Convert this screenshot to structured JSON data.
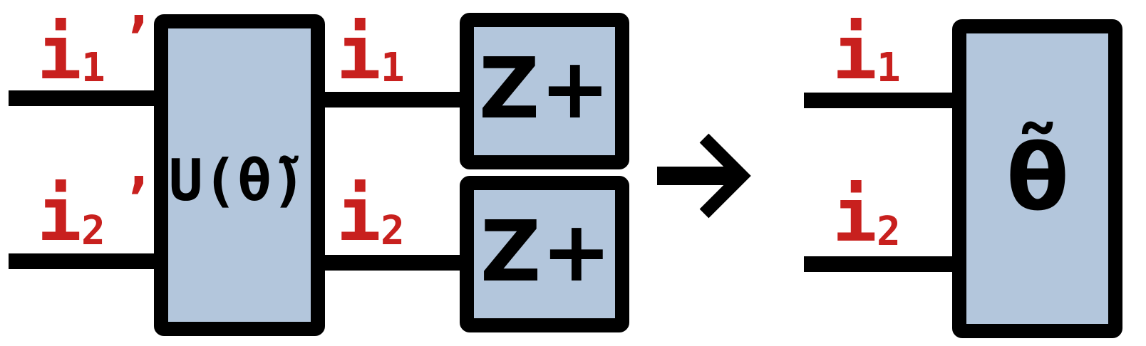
{
  "colors": {
    "accent": "#c8201e",
    "box_fill": "#b3c6dc",
    "stroke": "#000000",
    "background": "#ffffff"
  },
  "labels": {
    "in1_primed": {
      "base": "i",
      "sub": "1",
      "prime": "’"
    },
    "in2_primed": {
      "base": "i",
      "sub": "2",
      "prime": "’"
    },
    "mid1": {
      "base": "i",
      "sub": "1"
    },
    "mid2": {
      "base": "i",
      "sub": "2"
    },
    "right1": {
      "base": "i",
      "sub": "1"
    },
    "right2": {
      "base": "i",
      "sub": "2"
    }
  },
  "boxes": {
    "unitary": "U(θ̃)",
    "projector_top": "Z+",
    "projector_bottom": "Z+",
    "result": "θ̃"
  },
  "arrow": {
    "icon": "right-arrow-icon"
  }
}
